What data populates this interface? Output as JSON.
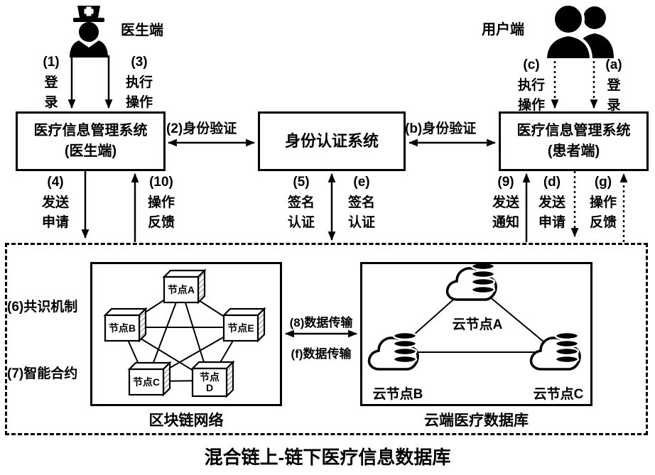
{
  "title": "混合链上-链下医疗信息数据库",
  "colors": {
    "ink": "#000000",
    "background": "#ffffff"
  },
  "actors": {
    "doctor": {
      "label": "医生端"
    },
    "user": {
      "label": "用户端"
    }
  },
  "systems": {
    "doctor_mis": {
      "name": "医疗信息管理系统",
      "sub": "(医生端)"
    },
    "auth": {
      "name": "身份认证系统"
    },
    "patient_mis": {
      "name": "医疗信息管理系统",
      "sub": "(患者端)"
    }
  },
  "flows": {
    "f1": "(1)\n登\n录",
    "f3": "(3)\n执行\n操作",
    "f2": "(2)身份验证",
    "fb": "(b)身份验证",
    "fc": "(c)\n执行\n操作",
    "fa": "(a)\n登\n录",
    "f4": "(4)\n发送\n申请",
    "f10": "(10)\n操作\n反馈",
    "f5": "(5)\n签名\n认证",
    "fe": "(e)\n签名\n认证",
    "f9": "(9)\n发送\n通知",
    "fd": "(d)\n发送\n申请",
    "fg": "(g)\n操作\n反馈",
    "f6": "(6)共识机制",
    "f7": "(7)智能合约",
    "f8": "(8)数据传输",
    "ff": "(f)数据传输"
  },
  "blockchain": {
    "caption": "区块链网络",
    "nodes": {
      "a": "节点A",
      "b": "节点B",
      "c": "节点C",
      "d": "节点\nD",
      "e": "节点E"
    }
  },
  "cloud": {
    "caption": "云端医疗数据库",
    "nodes": {
      "a": "云节点A",
      "b": "云节点B",
      "c": "云节点C"
    }
  }
}
